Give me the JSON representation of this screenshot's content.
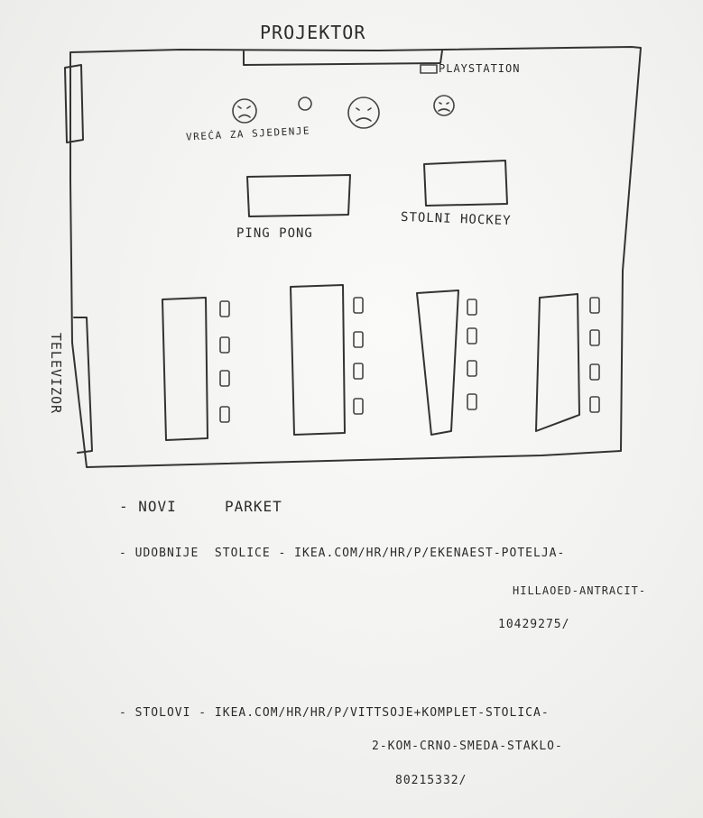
{
  "labels": {
    "projektor": "PROJEKTOR",
    "playstation": "PLAYSTATION",
    "vreca": "VREĆA ZA SJEDENJE",
    "ping_pong": "PING PONG",
    "stolni_hockey": "STOLNI HOCKEY",
    "televizor": "TELEVIZOR"
  },
  "notes": {
    "line1": "- NOVI     PARKET",
    "line2a": "- UDOBNIJE  STOLICE - IKEA.COM/HR/HR/P/EKENAEST-POTELJA-",
    "line2b": "HILLAOED-ANTRACIT-",
    "line2c": "10429275/",
    "line3a": "- STOLOVI - IKEA.COM/HR/HR/P/VITTSOJE+KOMPLET-STOLICA-",
    "line3b": "2-KOM-CRNO-SMEDA-STAKLO-",
    "line3c": "80215332/"
  }
}
